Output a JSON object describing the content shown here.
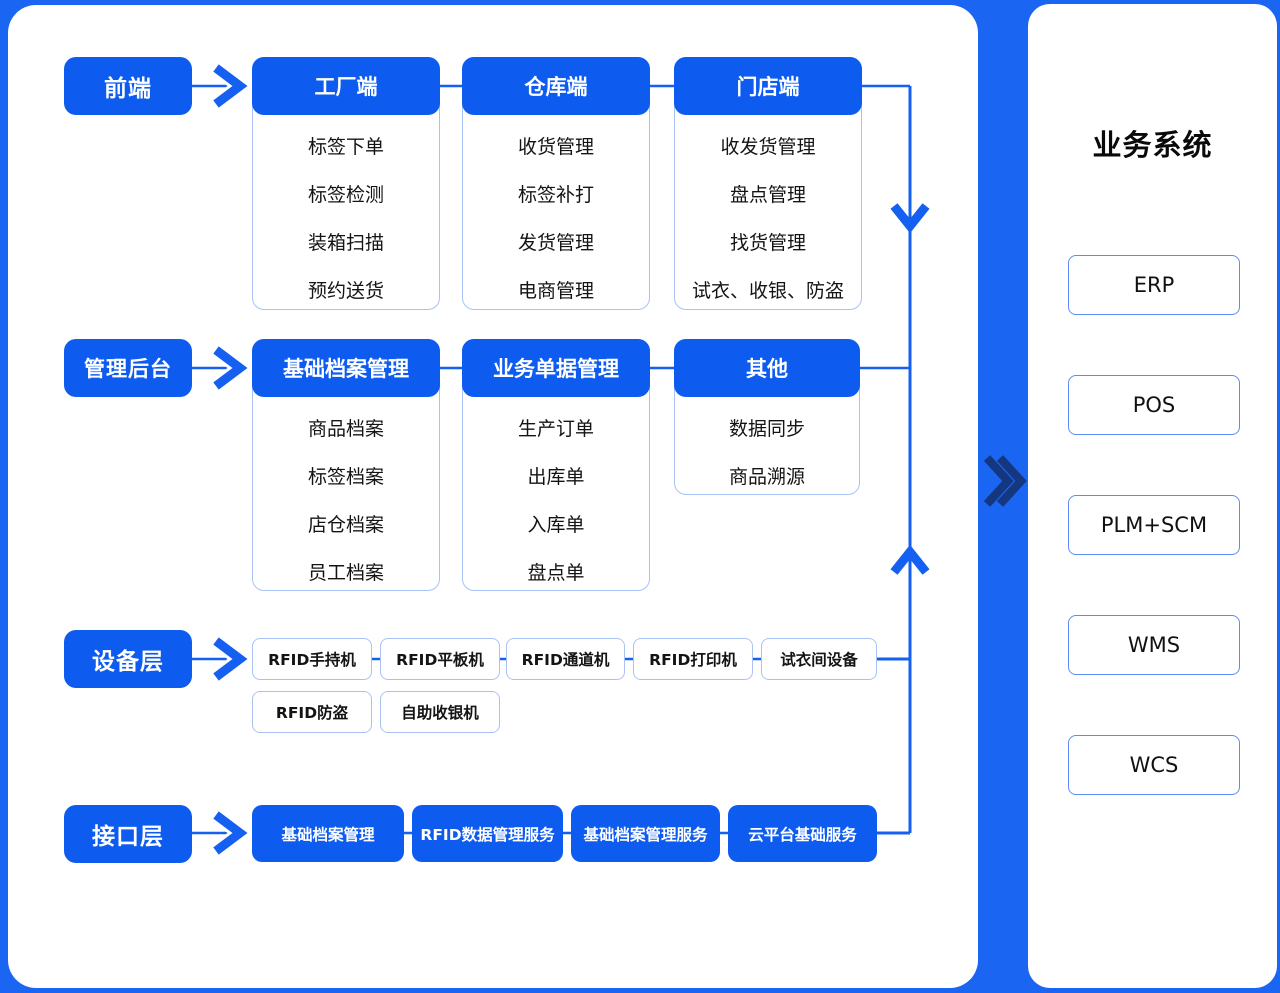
{
  "colors": {
    "background": "#1A66F3",
    "solid_box_blue": "#0D5CEF",
    "connector_blue": "#1560F0",
    "light_border": "#A9C2F6",
    "system_box_border": "#5B8DF4",
    "dark_chevron": "#153780",
    "text_dark": "#141414"
  },
  "layers": {
    "frontend": {
      "label": "前端"
    },
    "backend": {
      "label": "管理后台"
    },
    "device": {
      "label": "设备层"
    },
    "interface": {
      "label": "接口层"
    }
  },
  "frontend_columns": [
    {
      "header": "工厂端",
      "items": [
        "标签下单",
        "标签检测",
        "装箱扫描",
        "预约送货"
      ]
    },
    {
      "header": "仓库端",
      "items": [
        "收货管理",
        "标签补打",
        "发货管理",
        "电商管理"
      ]
    },
    {
      "header": "门店端",
      "items": [
        "收发货管理",
        "盘点管理",
        "找货管理",
        "试衣、收银、防盗"
      ]
    }
  ],
  "backend_columns": [
    {
      "header": "基础档案管理",
      "items": [
        "商品档案",
        "标签档案",
        "店仓档案",
        "员工档案"
      ]
    },
    {
      "header": "业务单据管理",
      "items": [
        "生产订单",
        "出库单",
        "入库单",
        "盘点单"
      ]
    },
    {
      "header": "其他",
      "items": [
        "数据同步",
        "商品溯源"
      ]
    }
  ],
  "devices": {
    "row1": [
      "RFID手持机",
      "RFID平板机",
      "RFID通道机",
      "RFID打印机",
      "试衣间设备"
    ],
    "row2": [
      "RFID防盗",
      "自助收银机"
    ]
  },
  "interface_services": [
    "基础档案管理",
    "RFID数据管理服务",
    "基础档案管理服务",
    "云平台基础服务"
  ],
  "business_systems": {
    "title": "业务系统",
    "items": [
      "ERP",
      "POS",
      "PLM+SCM",
      "WMS",
      "WCS"
    ]
  }
}
